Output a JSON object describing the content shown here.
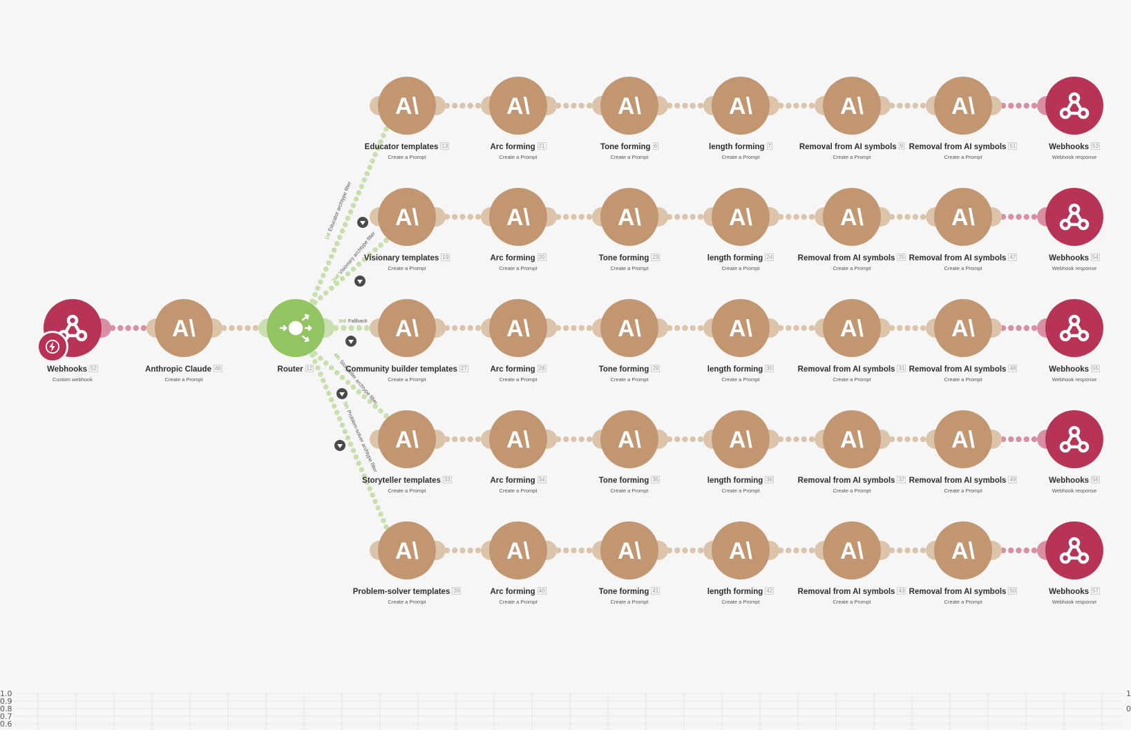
{
  "colors": {
    "claude": "#c39672",
    "claude_connector": "#dcc4ab",
    "webhook": "#b73456",
    "webhook_connector": "#d98ea4",
    "router": "#92c562",
    "router_connector": "#c9dfae",
    "background": "#f6f6f6"
  },
  "trigger": {
    "title": "Webhooks",
    "id": "52",
    "sub": "Custom webhook",
    "icon": "webhook-icon"
  },
  "claude_main": {
    "title": "Anthropic Claude",
    "id": "46",
    "sub": "Create a Prompt",
    "icon": "anthropic-icon"
  },
  "router": {
    "title": "Router",
    "id": "12",
    "icon": "router-icon"
  },
  "routes": [
    {
      "order": "1st",
      "filter": "Educator archtype filter"
    },
    {
      "order": "2nd",
      "filter": "Visionary archtype filter"
    },
    {
      "order": "3rd",
      "filter": "Fallback"
    },
    {
      "order": "4th",
      "filter": "Storyteller archtype filter"
    },
    {
      "order": "5th",
      "filter": "Problem-solver archtype filter"
    }
  ],
  "rows": [
    {
      "nodes": [
        {
          "title": "Educator templates",
          "id": "13",
          "sub": "Create a Prompt"
        },
        {
          "title": "Arc forming",
          "id": "21",
          "sub": "Create a Prompt"
        },
        {
          "title": "Tone forming",
          "id": "6",
          "sub": "Create a Prompt"
        },
        {
          "title": "length forming",
          "id": "7",
          "sub": "Create a Prompt"
        },
        {
          "title": "Removal from AI symbols",
          "id": "9",
          "sub": "Create a Prompt"
        },
        {
          "title": "Removal from AI symbols",
          "id": "51",
          "sub": "Create a Prompt"
        },
        {
          "title": "Webhooks",
          "id": "53",
          "sub": "Webhook response"
        }
      ]
    },
    {
      "nodes": [
        {
          "title": "Visionary templates",
          "id": "19",
          "sub": "Create a Prompt"
        },
        {
          "title": "Arc forming",
          "id": "20",
          "sub": "Create a Prompt"
        },
        {
          "title": "Tone forming",
          "id": "23",
          "sub": "Create a Prompt"
        },
        {
          "title": "length forming",
          "id": "24",
          "sub": "Create a Prompt"
        },
        {
          "title": "Removal from AI symbols",
          "id": "25",
          "sub": "Create a Prompt"
        },
        {
          "title": "Removal from AI symbols",
          "id": "47",
          "sub": "Create a Prompt"
        },
        {
          "title": "Webhooks",
          "id": "54",
          "sub": "Webhook response"
        }
      ]
    },
    {
      "nodes": [
        {
          "title": "Community builder templates",
          "id": "27",
          "sub": "Create a Prompt"
        },
        {
          "title": "Arc forming",
          "id": "28",
          "sub": "Create a Prompt"
        },
        {
          "title": "Tone forming",
          "id": "29",
          "sub": "Create a Prompt"
        },
        {
          "title": "length forming",
          "id": "30",
          "sub": "Create a Prompt"
        },
        {
          "title": "Removal from AI symbols",
          "id": "31",
          "sub": "Create a Prompt"
        },
        {
          "title": "Removal from AI symbols",
          "id": "48",
          "sub": "Create a Prompt"
        },
        {
          "title": "Webhooks",
          "id": "55",
          "sub": "Webhook response"
        }
      ]
    },
    {
      "nodes": [
        {
          "title": "Storyteller templates",
          "id": "33",
          "sub": "Create a Prompt"
        },
        {
          "title": "Arc forming",
          "id": "34",
          "sub": "Create a Prompt"
        },
        {
          "title": "Tone forming",
          "id": "35",
          "sub": "Create a Prompt"
        },
        {
          "title": "length forming",
          "id": "36",
          "sub": "Create a Prompt"
        },
        {
          "title": "Removal from AI symbols",
          "id": "37",
          "sub": "Create a Prompt"
        },
        {
          "title": "Removal from AI symbols",
          "id": "49",
          "sub": "Create a Prompt"
        },
        {
          "title": "Webhooks",
          "id": "56",
          "sub": "Webhook response"
        }
      ]
    },
    {
      "nodes": [
        {
          "title": "Problem-solver templates",
          "id": "39",
          "sub": "Create a Prompt"
        },
        {
          "title": "Arc forming",
          "id": "40",
          "sub": "Create a Prompt"
        },
        {
          "title": "Tone forming",
          "id": "41",
          "sub": "Create a Prompt"
        },
        {
          "title": "length forming",
          "id": "42",
          "sub": "Create a Prompt"
        },
        {
          "title": "Removal from AI symbols",
          "id": "43",
          "sub": "Create a Prompt"
        },
        {
          "title": "Removal from AI symbols",
          "id": "50",
          "sub": "Create a Prompt"
        },
        {
          "title": "Webhooks",
          "id": "57",
          "sub": "Webhook response"
        }
      ]
    }
  ],
  "axis_ticks_left": [
    "1.0",
    "0.9",
    "0.8",
    "0.7",
    "0.6"
  ],
  "axis_ticks_right": [
    "1",
    "0"
  ]
}
